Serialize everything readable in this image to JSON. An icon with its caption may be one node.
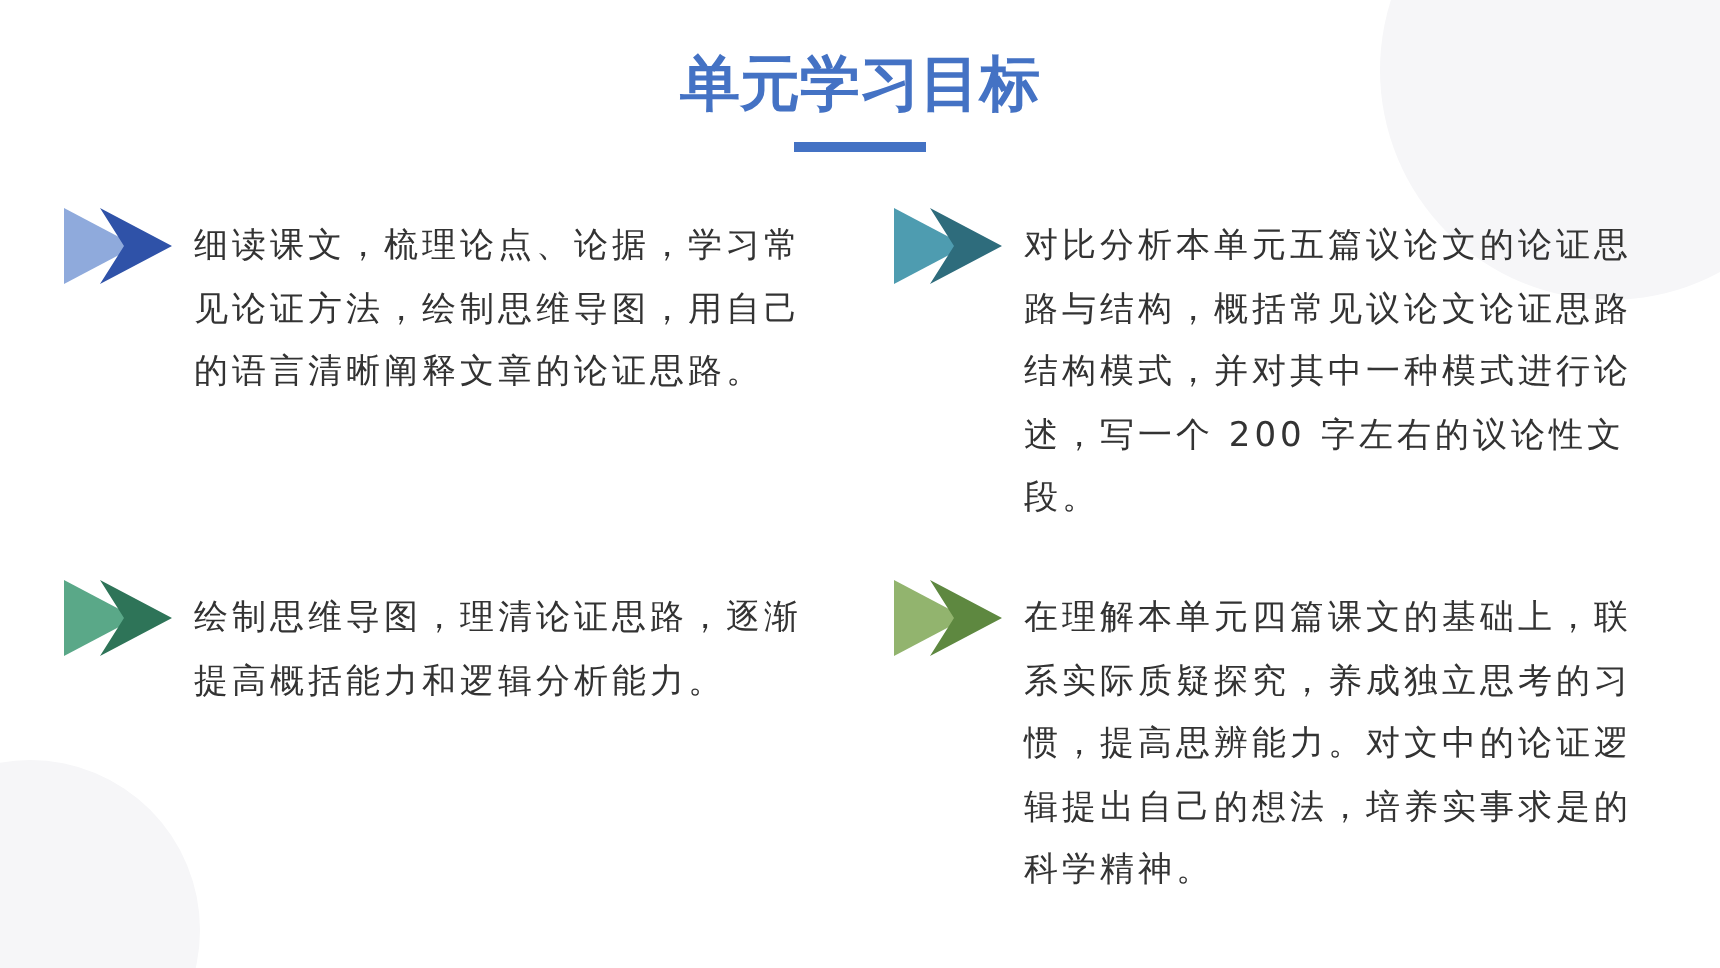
{
  "diagram": {
    "title": "单元学习目标",
    "labels": [
      "细读课文，梳理论点、论据，学习常见论证方法，绘制思维导图，用自己的语言清晰阐释文章的论证思路。",
      "对比分析本单元五篇议论文的论证思路与结构，概括常见议论文论证思路结构模式，并对其中一种模式进行论述，写一个 200 字左右的议论性文段。",
      "绘制思维导图，理清论证思路，逐渐提高概括能力和逻辑分析能力。",
      "在理解本单元四篇课文的基础上，联系实际质疑探究，养成独立思考的习惯，提高思辨能力。对文中的论证逻辑提出自己的想法，培养实事求是的科学精神。"
    ]
  }
}
